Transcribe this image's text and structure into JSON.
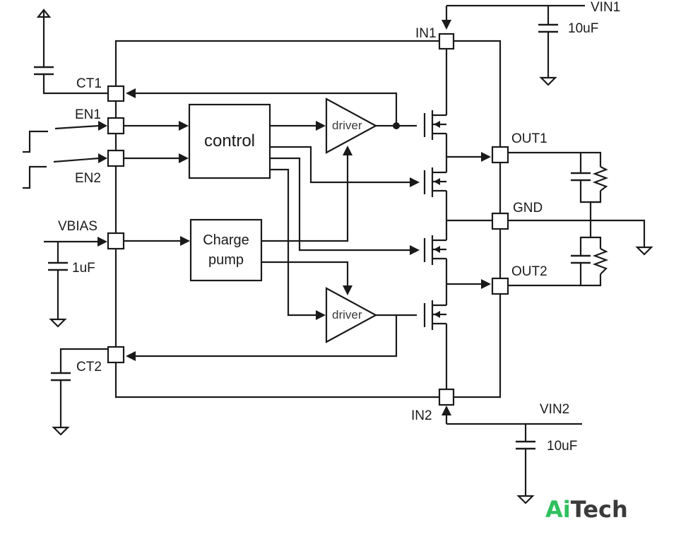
{
  "pins": {
    "vin1": "VIN1",
    "in1": "IN1",
    "ct1": "CT1",
    "en1": "EN1",
    "en2": "EN2",
    "vbias": "VBIAS",
    "ct2": "CT2",
    "in2": "IN2",
    "vin2": "VIN2",
    "out1": "OUT1",
    "gnd": "GND",
    "out2": "OUT2"
  },
  "blocks": {
    "control": "control",
    "charge_pump_line1": "Charge",
    "charge_pump_line2": "pump",
    "driver_top": "driver",
    "driver_bottom": "driver"
  },
  "capacitors": {
    "vin1_cap": "10uF",
    "vbias_cap": "1uF",
    "vin2_cap": "10uF"
  },
  "logo": {
    "ai": "Ai",
    "tech": "Tech",
    "accent_color": "#2fbf5f"
  }
}
